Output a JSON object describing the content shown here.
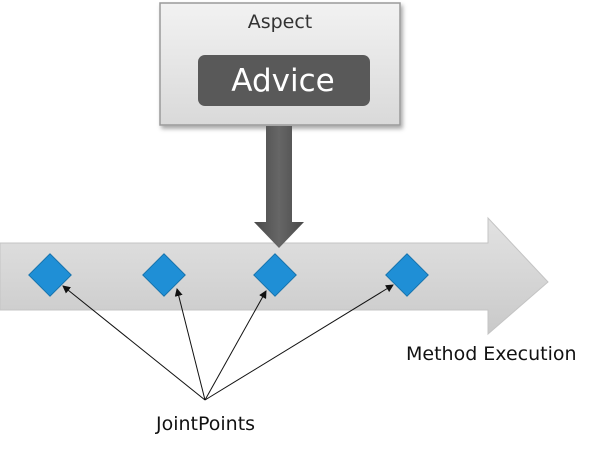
{
  "aspect": {
    "title": "Aspect"
  },
  "advice": {
    "label": "Advice"
  },
  "timeline": {
    "label": "Method Execution"
  },
  "joinpoints": {
    "label": "JointPoints",
    "count": 4,
    "targeted_index": 2
  },
  "colors": {
    "aspect_box": "#e6e6e6",
    "advice_box": "#595959",
    "arrow_down": "#555555",
    "timeline": "#d9d9d9",
    "joinpoint": "#1f8fd6",
    "text": "#111111"
  }
}
